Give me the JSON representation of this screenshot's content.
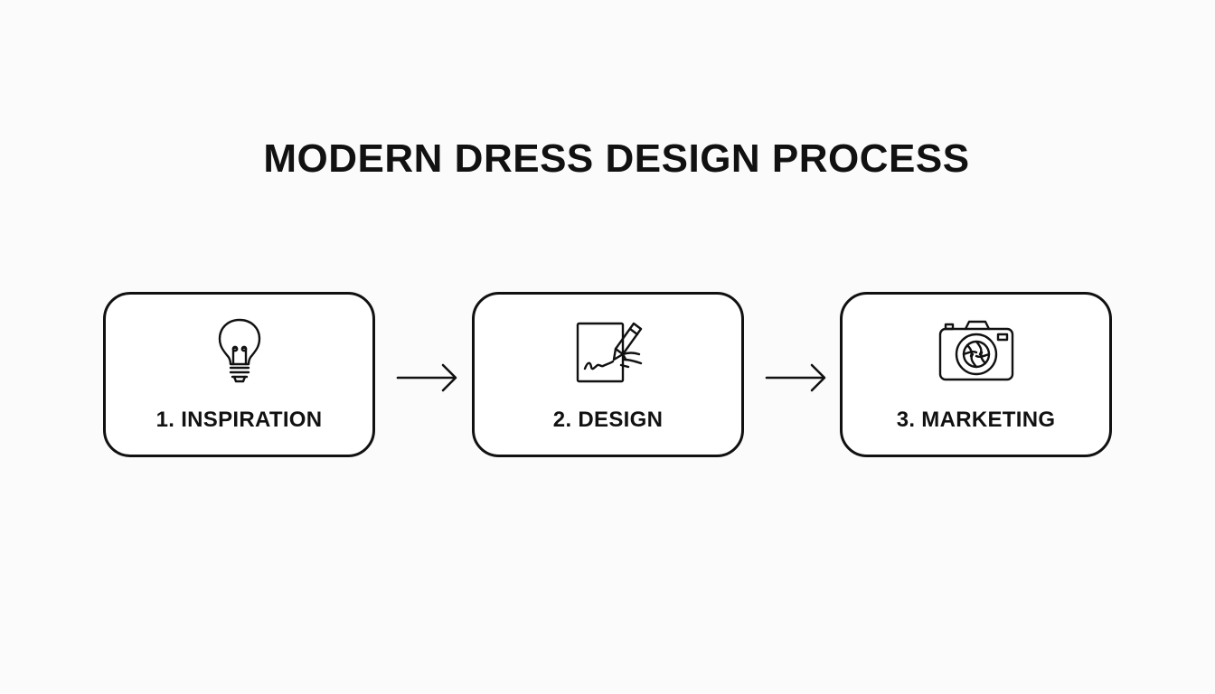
{
  "title": "MODERN DRESS DESIGN PROCESS",
  "colors": {
    "background": "#fbfbfb",
    "stroke": "#111111",
    "card": "#ffffff"
  },
  "steps": [
    {
      "label": "1. INSPIRATION",
      "icon": "lightbulb-icon"
    },
    {
      "label": "2. DESIGN",
      "icon": "pen-sketch-icon"
    },
    {
      "label": "3. MARKETING",
      "icon": "camera-icon"
    }
  ],
  "connectors": [
    {
      "icon": "arrow-right-icon"
    },
    {
      "icon": "arrow-right-icon"
    }
  ]
}
